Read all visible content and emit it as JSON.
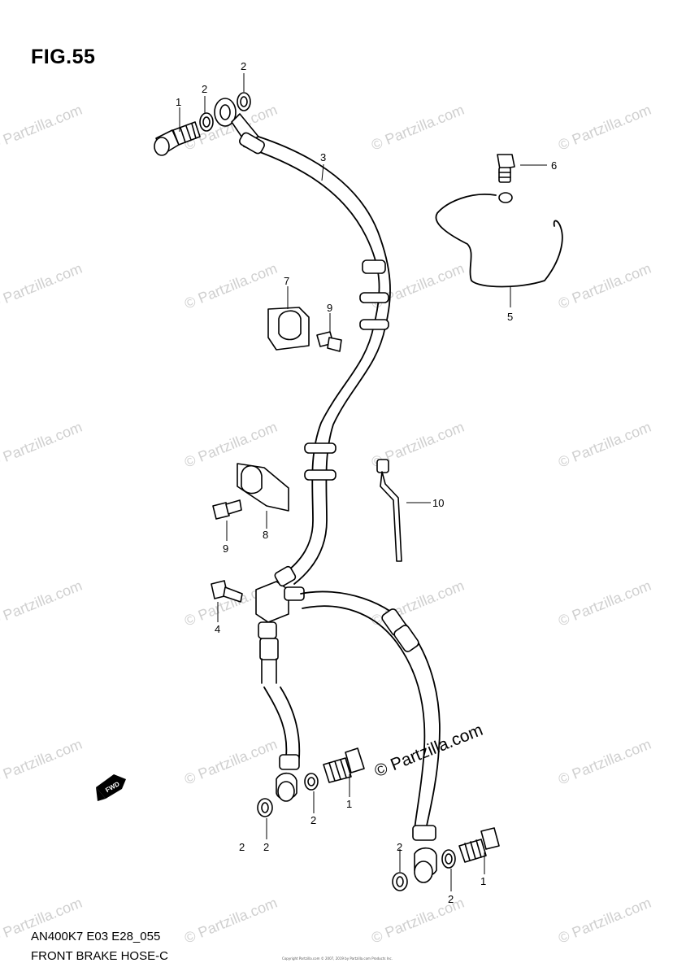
{
  "figure": {
    "label": "FIG.55",
    "code": "AN400K7 E03 E28_055",
    "title": "FRONT BRAKE  HOSE-C",
    "copyright": "Copyright Partzilla.com © 2007, 2019 by Partzilla.com Products Inc."
  },
  "watermark": {
    "text": "© Partzilla.com",
    "large_text": "© Partzilla.com"
  },
  "direction_arrow": {
    "label": "FWD"
  },
  "callouts": [
    "1",
    "2",
    "2",
    "2",
    "3",
    "6",
    "5",
    "7",
    "9",
    "8",
    "9",
    "10",
    "4",
    "1",
    "2",
    "2",
    "2",
    "1",
    "2"
  ]
}
